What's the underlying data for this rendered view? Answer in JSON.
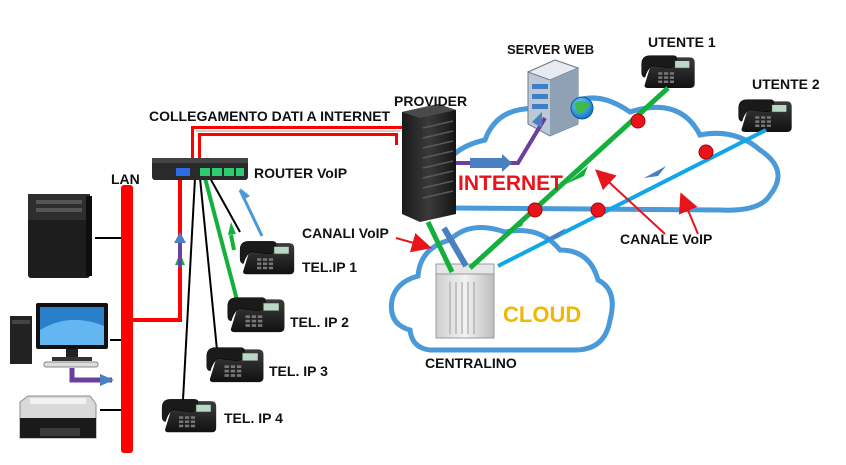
{
  "labels": {
    "lan": "LAN",
    "collegamento": "COLLEGAMENTO DATI A INTERNET",
    "router": "ROUTER VoIP",
    "provider": "PROVIDER",
    "server_web": "SERVER WEB",
    "utente1": "UTENTE 1",
    "utente2": "UTENTE 2",
    "internet": "INTERNET",
    "cloud": "CLOUD",
    "centralino": "CENTRALINO",
    "canali_voip": "CANALI VoIP",
    "canale_voip": "CANALE VoIP",
    "tel1": "TEL.IP 1",
    "tel2": "TEL. IP 2",
    "tel3": "TEL. IP 3",
    "tel4": "TEL. IP 4"
  },
  "colors": {
    "lan": "#ff0000",
    "cloud_outline": "#4a9ad9",
    "green_channel": "#13b13b",
    "blue_channel": "#12a6e6",
    "purple_link": "#6b3fa0",
    "arrow_red": "#e8141b",
    "node_red": "#e8141b",
    "internet_text": "#e8141b",
    "cloud_text": "#f2b705"
  },
  "icons": [
    "server-tower-icon",
    "desktop-pc-icon",
    "printer-icon",
    "router-icon",
    "ip-phone-icon",
    "rack-server-icon",
    "web-server-icon",
    "globe-icon",
    "pbx-box-icon"
  ]
}
